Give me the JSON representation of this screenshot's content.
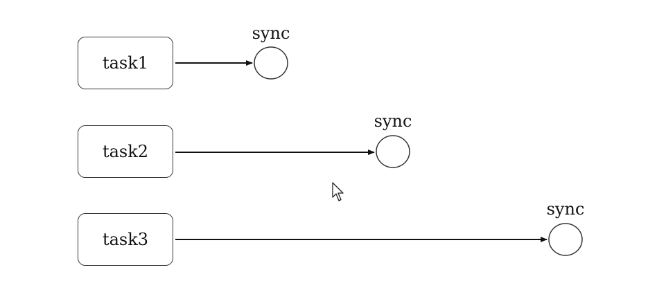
{
  "rows": [
    {
      "task_label": "task1",
      "sync_label": "sync"
    },
    {
      "task_label": "task2",
      "sync_label": "sync"
    },
    {
      "task_label": "task3",
      "sync_label": "sync"
    }
  ],
  "colors": {
    "stroke": "#333333",
    "text": "#111111",
    "background": "#ffffff"
  }
}
